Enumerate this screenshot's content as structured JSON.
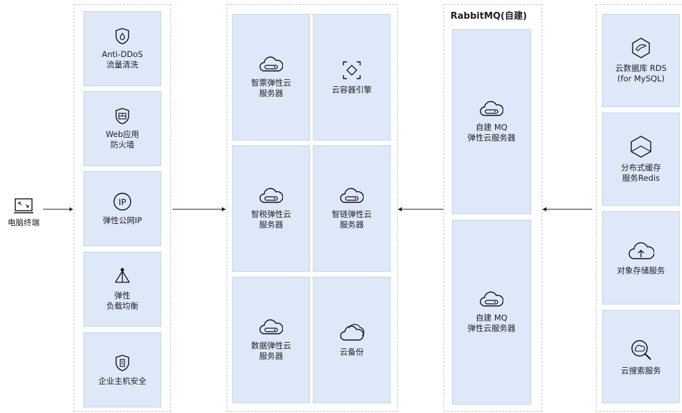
{
  "terminal": {
    "label": "电脑终端",
    "icon": "monitor-icon"
  },
  "security": [
    {
      "label": "Anti-DDoS\n流量清洗",
      "icon": "shield-drop-icon"
    },
    {
      "label": "Web应用\n防火墙",
      "icon": "firewall-shield-icon"
    },
    {
      "label": "弹性公网IP",
      "icon": "ip-icon"
    },
    {
      "label": "弹性\n负载均衡",
      "icon": "load-balancer-icon"
    },
    {
      "label": "企业主机安全",
      "icon": "host-security-icon"
    }
  ],
  "compute": [
    {
      "label": "智票弹性云\n服务器",
      "icon": "cloud-server-icon"
    },
    {
      "label": "云容器引擎",
      "icon": "container-engine-icon"
    },
    {
      "label": "智税弹性云\n服务器",
      "icon": "cloud-server-icon"
    },
    {
      "label": "智链弹性云\n服务器",
      "icon": "cloud-server-icon"
    },
    {
      "label": "数据弹性云\n服务器",
      "icon": "cloud-server-icon"
    },
    {
      "label": "云备份",
      "icon": "cloud-backup-icon"
    }
  ],
  "mq": {
    "title": "RabbitMQ(自建)",
    "items": [
      {
        "label": "自建 MQ\n弹性云服务器",
        "icon": "cloud-server-icon"
      },
      {
        "label": "自建 MQ\n弹性云服务器",
        "icon": "cloud-server-icon"
      }
    ]
  },
  "data_services": [
    {
      "label": "云数据库 RDS\n(for MySQL)",
      "icon": "rds-dolphin-icon"
    },
    {
      "label": "分布式缓存\n服务Redis",
      "icon": "hexagon-cache-icon"
    },
    {
      "label": "对象存储服务",
      "icon": "cloud-upload-icon"
    },
    {
      "label": "云搜索服务",
      "icon": "cloud-search-icon"
    }
  ],
  "colors": {
    "card_fill": "#dde9f8",
    "card_border": "#c3d6ee",
    "icon_stroke": "#111111"
  }
}
